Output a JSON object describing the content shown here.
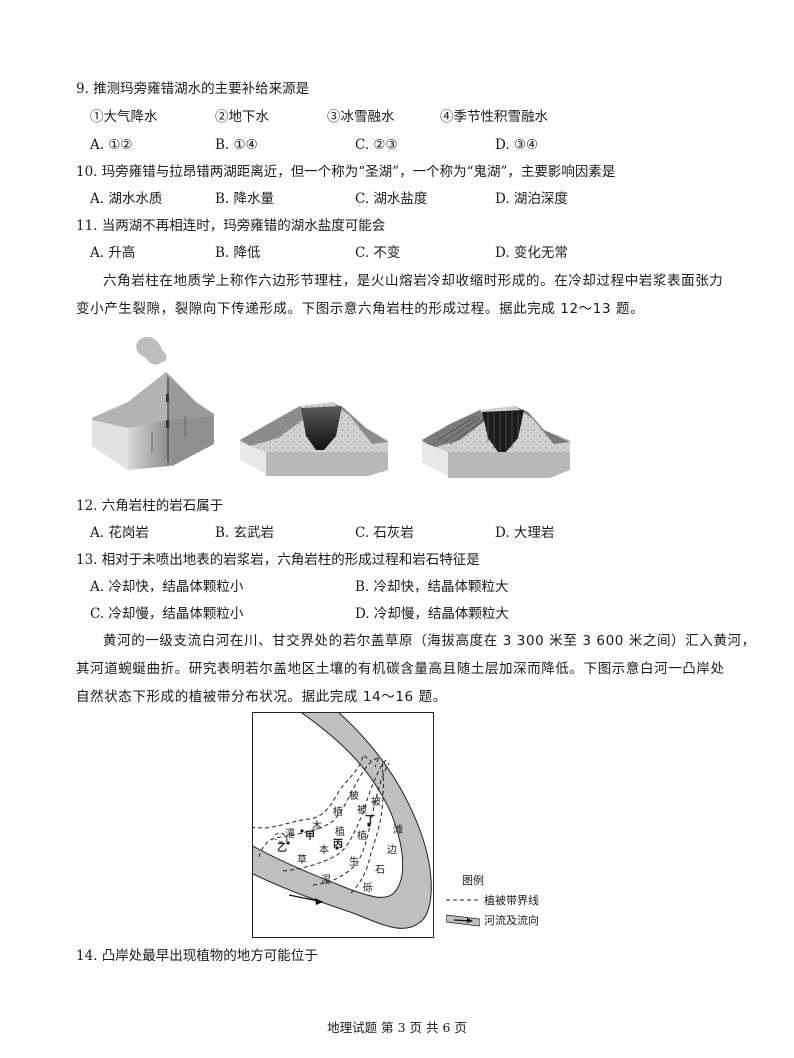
{
  "questions": {
    "q9": {
      "stem": "9. 推测玛旁雍错湖水的主要补给来源是",
      "items": [
        "①大气降水",
        "②地下水",
        "③冰雪融水",
        "④季节性积雪融水"
      ],
      "options": [
        "A. ①②",
        "B. ①④",
        "C. ②③",
        "D. ③④"
      ]
    },
    "q10": {
      "stem": "10. 玛旁雍错与拉昂错两湖距离近，但一个称为“圣湖”，一个称为“鬼湖”，主要影响因素是",
      "options": [
        "A. 湖水水质",
        "B. 降水量",
        "C. 湖水盐度",
        "D. 湖泊深度"
      ]
    },
    "q11": {
      "stem": "11. 当两湖不再相连时，玛旁雍错的湖水盐度可能会",
      "options": [
        "A. 升高",
        "B. 降低",
        "C. 不变",
        "D. 变化无常"
      ]
    },
    "passage1": {
      "line1": "六角岩柱在地质学上称作六边形节理柱，是火山熔岩冷却收缩时形成的。在冷却过程中岩浆表面张力",
      "line2": "变小产生裂隙，裂隙向下传递形成。下图示意六角岩柱的形成过程。据此完成 12～13 题。"
    },
    "q12": {
      "stem": "12. 六角岩柱的岩石属于",
      "options": [
        "A. 花岗岩",
        "B. 玄武岩",
        "C. 石灰岩",
        "D. 大理岩"
      ]
    },
    "q13": {
      "stem": "13. 相对于未喷出地表的岩浆岩，六角岩柱的形成过程和岩石特征是",
      "options": [
        "A. 冷却快，结晶体颗粒小",
        "B. 冷却快，结晶体颗粒大",
        "C. 冷却慢，结晶体颗粒小",
        "D. 冷却慢，结晶体颗粒大"
      ]
    },
    "passage2": {
      "line1": "黄河的一级支流白河在川、甘交界处的若尔盖草原（海拔高度在 3 300 米至 3 600 米之间）汇入黄河，",
      "line2": "其河道蜿蜒曲折。研究表明若尔盖地区土壤的有机碳含量高且随土层加深而降低。下图示意白河一凸岸处",
      "line3": "自然状态下形成的植被带分布状况。据此完成 14～16 题。"
    },
    "q14": {
      "stem": "14. 凸岸处最早出现植物的地方可能位于"
    }
  },
  "map": {
    "labels": {
      "guan": "灌",
      "mu1": "木",
      "zhi1": "植",
      "bei1": "被",
      "jia": "甲",
      "yi": "乙",
      "bing": "丙",
      "ding": "丁",
      "cao": "草",
      "mu2": "本",
      "zhi2": "植",
      "bei2": "被",
      "shi": "湿",
      "sheng": "生",
      "zhi3": "植",
      "bei3": "被",
      "tan": "滩",
      "bian": "边",
      "shi2": "石",
      "li": "砾"
    },
    "legend": {
      "title": "图例",
      "boundary": "植被带界线",
      "river": "河流及流向"
    }
  },
  "footer": "地理试题 第 3 页 共 6 页"
}
